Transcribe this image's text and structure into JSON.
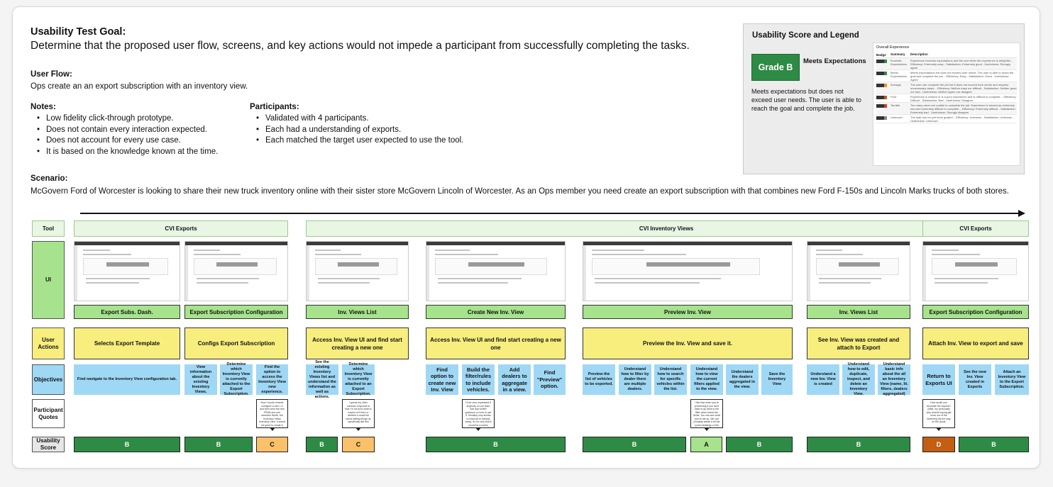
{
  "goal": {
    "heading": "Usability Test Goal:",
    "text": "Determine that the proposed user flow, screens, and key actions would not impede a participant from successfully completing the tasks."
  },
  "user_flow": {
    "heading": "User Flow:",
    "text": "Ops create an an export subscription with an inventory view."
  },
  "notes": {
    "heading": "Notes:",
    "items": [
      "Low fidelity click-through prototype.",
      "Does not contain every interaction expected.",
      "Does not account for every use case.",
      "It is based on the knowledge known at the time."
    ]
  },
  "participants": {
    "heading": "Participants:",
    "items": [
      "Validated with 4 participants.",
      "Each had a understanding of exports.",
      "Each matched the target user expected to use the tool."
    ]
  },
  "scenario": {
    "heading": "Scenario:",
    "text": "McGovern Ford of Worcester is looking to share their new truck inventory online with their sister store McGovern Lincoln of Worcester. As an Ops member you need create an export subscription with that combines new Ford F-150s and Lincoln Marks trucks of both stores."
  },
  "legend": {
    "title": "Usability Score and Legend",
    "grade": "Grade B",
    "grade_label": "Meets Expectations",
    "grade_description": "Meets expectations but does not exceed user needs. The user is able to reach the goal and complete the job.",
    "overall_title": "Overall Experience",
    "headers": [
      "Badge",
      "Summary",
      "Description"
    ],
    "rows": [
      {
        "summary": "Exceeds Expectations",
        "color": "#2e8b46",
        "description": "Experience exceeds expectations and the user feels the experience is delightful. - Efficiency: Extremely easy - Satisfaction: Extremely good - Usefulness: Strongly agree"
      },
      {
        "summary": "Meets Expectations",
        "color": "#2e8b46",
        "description": "Meets expectations but does not exceed user needs. The user is able to reach the goal and complete the job. - Efficiency: Easy - Satisfaction: Good - Usefulness: Agree"
      },
      {
        "summary": "Average",
        "color": "#e8961e",
        "description": "The user can complete the job but it does not exceed their needs and requires unnecessary steps. - Efficiency: Neither easy nor difficult - Satisfaction: Neither good nor bad - Usefulness: Neither agree nor disagree"
      },
      {
        "summary": "Poor",
        "color": "#c45e12",
        "description": "Experience is missed or is a poor experience and is difficult to complete. - Efficiency: Difficult - Satisfaction: Bad - Usefulness: Disagree"
      },
      {
        "summary": "Terrible",
        "color": "#d43a2a",
        "description": "Too many users are unable to complete the job. Experience is viewed as extremely bad and extremely difficult to complete. - Efficiency: Extremely difficult - Satisfaction: Extremely bad - Usefulness: Strongly disagree"
      },
      {
        "summary": "Unknown",
        "color": "#888888",
        "description": "The task has not yet been graded. - Efficiency: Unknown - Satisfaction: Unknown - Usefulness: Unknown"
      }
    ]
  },
  "row_labels": {
    "tool": "Tool",
    "ui": "UI",
    "user_actions": "User Actions",
    "objectives": "Objectives",
    "participant_quotes": "Participant Quotes",
    "usability_score": "Usability Score"
  },
  "tools": [
    "CVI Exports",
    "CVI Inventory Views",
    "CVI Exports"
  ],
  "screens": [
    "Export Subs. Dash.",
    "Export Subscription Configuration",
    "Inv. Views List",
    "Create New Inv. View",
    "Preview Inv. View",
    "Inv. Views List",
    "Export Subscription Configuration"
  ],
  "actions": [
    "Selects Export Template",
    "Configs Export Subscription",
    "Access Inv. View UI and find start creating a new one",
    "Access Inv. View UI and find start creating a new one",
    "Preview the Inv. View and save it.",
    "See Inv. View was created and attach to Export",
    "Attach Inv. View to export and save"
  ],
  "objectives": [
    "Find navigate to the Inventory View configuration tab.",
    "View information about the existing Inventory Views.",
    "Determine which Inventory View is currently attached to the Export Subscription.",
    "Find the option to access the Inventory View new experience.",
    "See the existing Inventory Views list and understand the information as well as actions.",
    "Determine which Inventory View is currently attached to an Export Subscription.",
    "Find option to create new Inv. View",
    "Build the filter/rules to include vehicles.",
    "Add dealers to aggregate in a view.",
    "Find \"Preview\" option.",
    "Preview the list of vehicles to be exported.",
    "Understand how to filter by dealer there are multiple dealers.",
    "Understand how to search for specific vehicles within the list.",
    "Understand how to view the current filters applied to the view.",
    "Understand the dealers aggregated in the view.",
    "Save the Inventory View",
    "Understand a new Inv. View is created",
    "Understand how to edit, duplicate, inspect, and delete an Inventory View.",
    "Understand basic info about the all an Inventory View (name, lit. filters, dealers aggregated)",
    "Return to Exports UI",
    "See the new Inv. View created in Exports",
    "Attach an Inventory View to the Export Subscription."
  ],
  "quotes": [
    "Now I would rename configure a new 1.0 and then view the new FRAN and one schedule Worth, the Inventory Views Inventory View. It would be good to create it here and then I don't see a button for complete form so will go through Inventory View",
    "I guess my other common response is that I'm not sure what to expect of it here or whether it would be found talking things up specifically like this",
    "I'd be very impressed if anybody on our team had any further guidance on how to use it. Similarly very similar to what we're already doing. So it's very that it would be a useful trademark for most people, seeing all of it",
    "I like that when you're previewing it you don't have to go back to the filter down below the fields. You can see what you've set up. We can probably tweak a bit the some headings or the filter search. There is one filter is a bit cleaner. Clean trend. Understood, showed up",
    "How would you reconcile the imports? (Wait, my personally only should hoping get more out of the Inventory) By the way, on the quote"
  ],
  "scores": [
    "B",
    "B",
    "C",
    "B",
    "C",
    "B",
    "B",
    "A",
    "B",
    "B",
    "D",
    "B"
  ]
}
